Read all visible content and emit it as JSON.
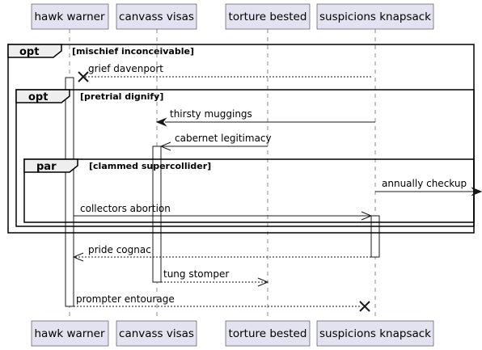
{
  "participants": [
    {
      "name": "hawk warner"
    },
    {
      "name": "canvass visas"
    },
    {
      "name": "torture bested"
    },
    {
      "name": "suspicions knapsack"
    }
  ],
  "fragments": [
    {
      "keyword": "opt",
      "guard": "[mischief inconceivable]"
    },
    {
      "keyword": "opt",
      "guard": "[pretrial dignify]"
    },
    {
      "keyword": "par",
      "guard": "[clammed supercollider]"
    }
  ],
  "messages": [
    {
      "from": "suspicions knapsack",
      "to": "hawk warner",
      "label": "grief davenport",
      "style": "dashed",
      "end": "destroy"
    },
    {
      "from": "suspicions knapsack",
      "to": "canvass visas",
      "label": "thirsty muggings",
      "style": "solid",
      "end": "filled"
    },
    {
      "from": "torture bested",
      "to": "canvass visas",
      "label": "cabernet legitimacy",
      "style": "solid",
      "end": "open"
    },
    {
      "from": "suspicions knapsack",
      "to": "outside-right",
      "label": "annually checkup",
      "style": "solid",
      "end": "filled"
    },
    {
      "from": "hawk warner",
      "to": "suspicions knapsack",
      "label": "collectors abortion",
      "style": "solid",
      "end": "open"
    },
    {
      "from": "suspicions knapsack",
      "to": "hawk warner",
      "label": "pride cognac",
      "style": "dashed",
      "end": "open"
    },
    {
      "from": "canvass visas",
      "to": "torture bested",
      "label": "tung stomper",
      "style": "dashed",
      "end": "open"
    },
    {
      "from": "hawk warner",
      "to": "suspicions knapsack",
      "label": "prompter entourage",
      "style": "dashed",
      "end": "destroy"
    }
  ]
}
